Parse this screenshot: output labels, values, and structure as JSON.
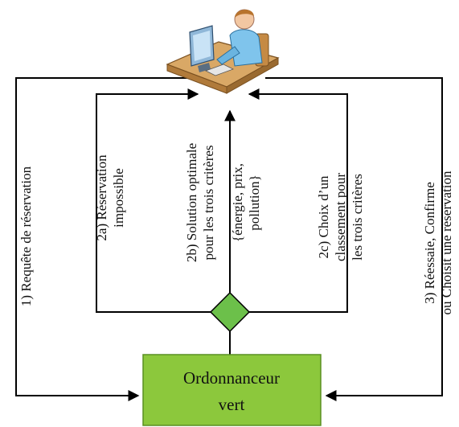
{
  "scheduler": {
    "line1": "Ordonnanceur",
    "line2": "vert"
  },
  "labels": {
    "request": "1) Requête de réservation",
    "impossible_l1": "2a) Réservation",
    "impossible_l2": "impossible",
    "optimal_l1": "2b) Solution optimale",
    "optimal_l2": "pour les trois critères",
    "optimal_l3": "{énergie, prix,",
    "optimal_l4": "pollution}",
    "ranking_l1": "2c) Choix d’un",
    "ranking_l2": "classement pour",
    "ranking_l3": "les trois critères",
    "retry_l1": "3) Réessaie, Confirme",
    "retry_l2": "ou Choisit une réservation"
  },
  "colors": {
    "scheduler_fill": "#8cc83c",
    "scheduler_border": "#5a8f22",
    "decision_fill": "#6cc04a",
    "line": "#000000"
  },
  "icons": {
    "user": "user-at-computer-icon",
    "decision": "decision-diamond-icon"
  }
}
